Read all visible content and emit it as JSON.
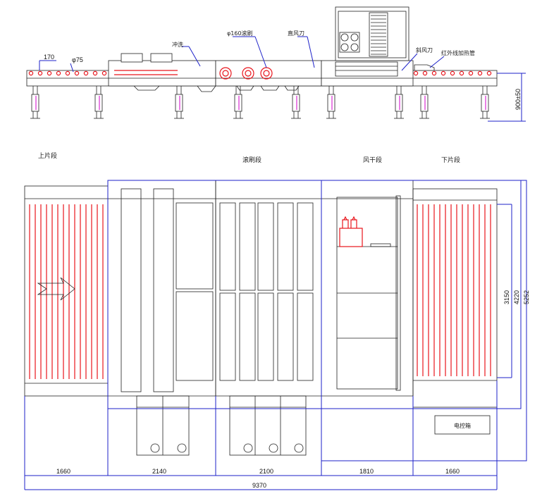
{
  "top_view_labels": {
    "pitch": "170",
    "roller_dia": "φ75",
    "rinse": "冲洗",
    "brush": "φ160滚刷",
    "air_knife_straight": "直风刀",
    "air_knife_oblique": "斜风刀",
    "ir_heater": "红外线加热管",
    "height": "900±50"
  },
  "sections": {
    "loading": "上片段",
    "brushing": "滚刷段",
    "drying": "风干段",
    "unloading": "下片段"
  },
  "plan_labels": {
    "control_cabinet": "电控箱"
  },
  "dimensions": {
    "width_segments": [
      "1660",
      "2140",
      "2100",
      "1810",
      "1660"
    ],
    "total_length": "9370",
    "right_dims": [
      "3150",
      "4220",
      "5252"
    ]
  },
  "colors": {
    "outline": "#222222",
    "dimension": "#1d22c9",
    "roller": "#e8141b",
    "support": "#d000c8"
  }
}
